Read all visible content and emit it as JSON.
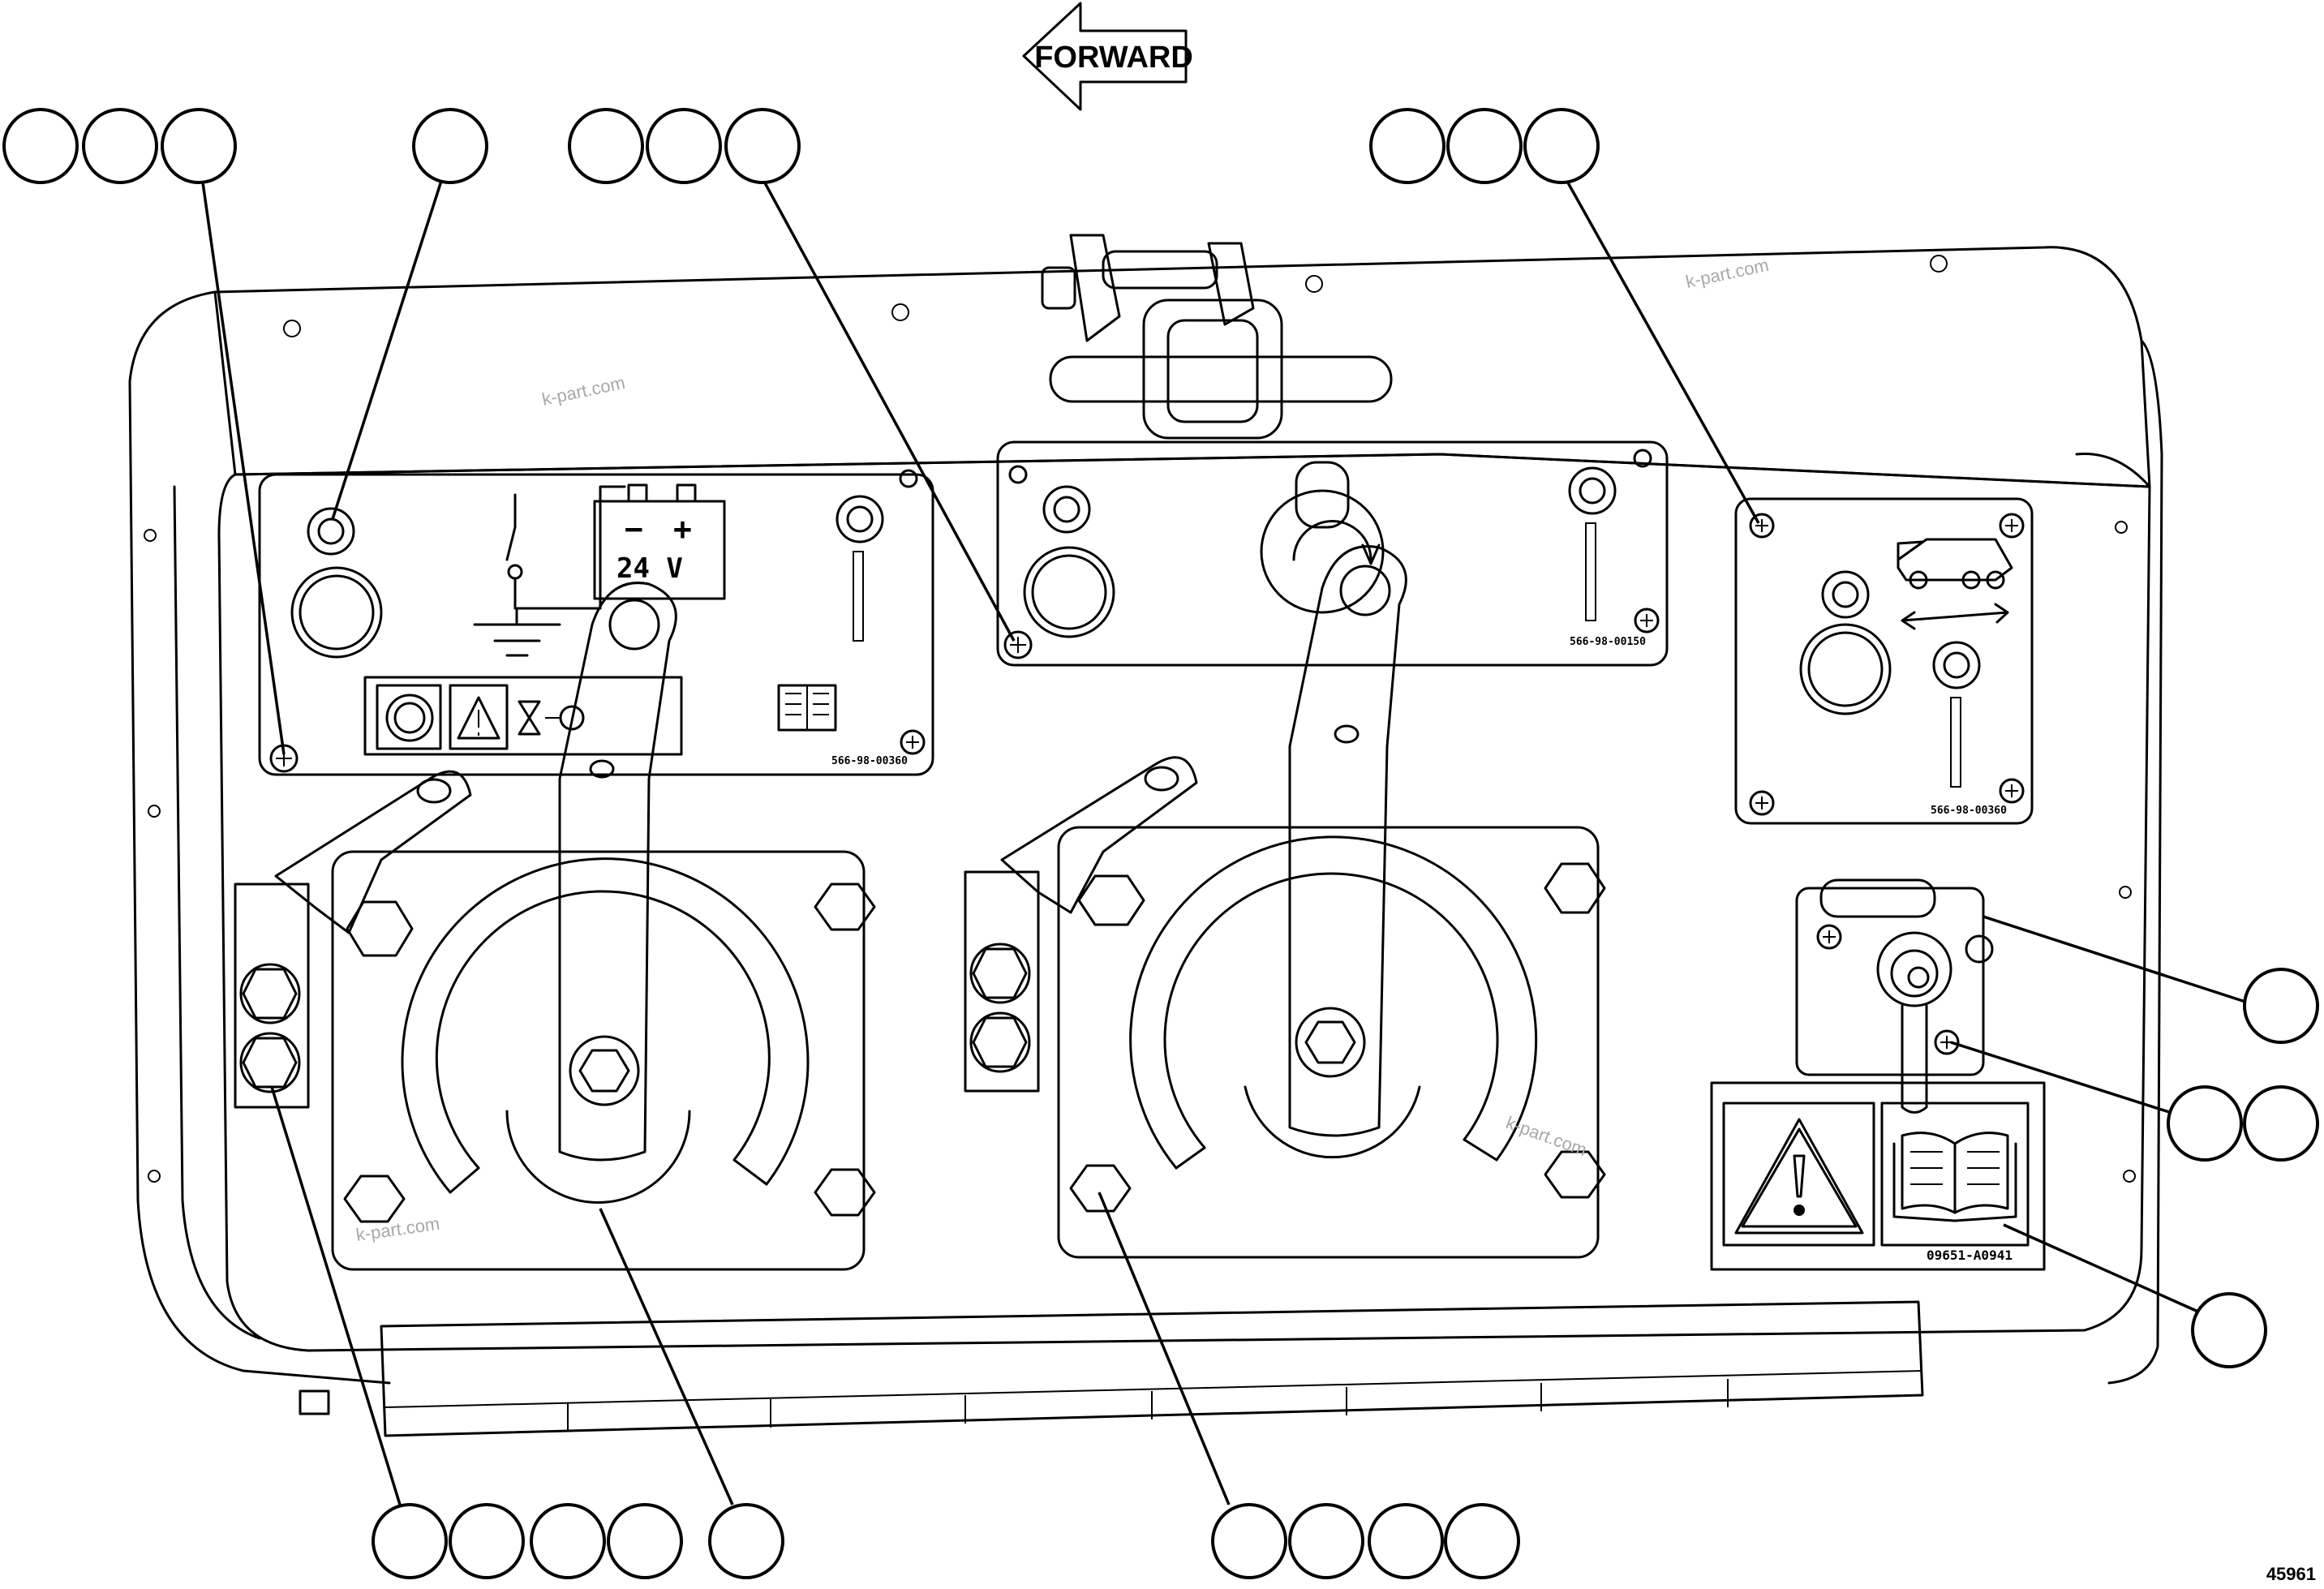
{
  "diagram": {
    "forward_label": "FORWARD",
    "figure_number": "45961",
    "watermark": "k-part.com",
    "battery_voltage_label": "24 V",
    "battery_minus": "−",
    "battery_plus": "+",
    "plate_code_left": "566-98-00360",
    "plate_code_center": "566-98-00150",
    "plate_code_right": "566-98-00360",
    "decal_code": "09651-A0941",
    "icons": [
      "forward-arrow-icon",
      "battery-icon",
      "switch-icon",
      "ground-icon",
      "warning-triangle-icon",
      "hourglass-icon",
      "manual-book-icon",
      "dump-truck-icon",
      "double-arrow-icon",
      "rotation-icon"
    ]
  }
}
